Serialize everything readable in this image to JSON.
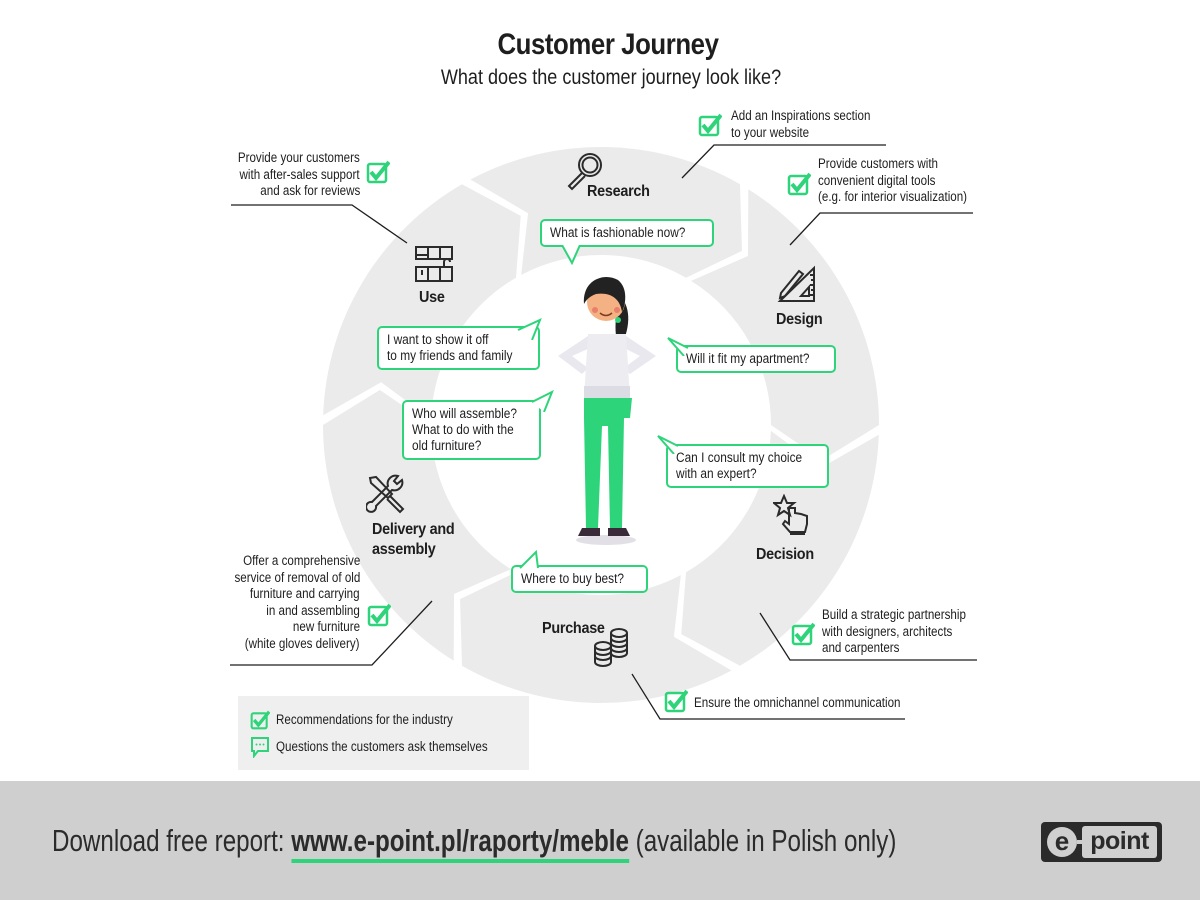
{
  "header": {
    "title": "Customer Journey",
    "subtitle": "What does the customer journey look like?"
  },
  "colors": {
    "accent_green": "#2ed47a",
    "ring_gray": "#ebebeb",
    "footer_bg": "#cfcfcf",
    "text_dark": "#1e1e1e",
    "legend_bg": "#efefef"
  },
  "stages": [
    {
      "id": "research",
      "label": "Research",
      "icon": "magnifier-icon"
    },
    {
      "id": "design",
      "label": "Design",
      "icon": "pencil-ruler-icon"
    },
    {
      "id": "decision",
      "label": "Decision",
      "icon": "star-hand-click-icon"
    },
    {
      "id": "purchase",
      "label": "Purchase",
      "icon": "coins-icon"
    },
    {
      "id": "delivery",
      "label_lines": [
        "Delivery and",
        "assembly"
      ],
      "icon": "tools-icon"
    },
    {
      "id": "use",
      "label": "Use",
      "icon": "kitchen-cabinets-icon"
    }
  ],
  "questions": {
    "research": [
      "What is fashionable now?"
    ],
    "design": [
      "Will it fit my apartment?"
    ],
    "decision": [
      "Can I consult my choice",
      "with an expert?"
    ],
    "purchase": [
      "Where to buy best?"
    ],
    "delivery": [
      "Who will assemble?",
      "What to do with the",
      "old furniture?"
    ],
    "use": [
      "I want to show it off",
      "to my friends and family"
    ]
  },
  "recommendations": {
    "research": [
      "Add an Inspirations section",
      "to your website"
    ],
    "design": [
      "Provide customers with",
      "convenient digital tools",
      "(e.g. for interior visualization)"
    ],
    "decision": [
      "Build a strategic partnership",
      "with designers, architects",
      "and carpenters"
    ],
    "purchase": [
      "Ensure the omnichannel communication"
    ],
    "delivery": [
      "Offer a comprehensive",
      "service of removal of old",
      "furniture and carrying",
      "in and assembling",
      "new furniture",
      "(white gloves delivery)"
    ],
    "use": [
      "Provide your customers",
      "with after-sales support",
      "and ask for reviews"
    ]
  },
  "legend": {
    "items": [
      {
        "icon": "checkbox-icon",
        "label": "Recommendations for the industry"
      },
      {
        "icon": "speech-bubble-icon",
        "label": "Questions the customers ask themselves"
      }
    ]
  },
  "footer": {
    "prefix": "Download free report:",
    "link": "www.e-point.pl/raporty/meble",
    "suffix": "(available in Polish only)",
    "logo_e": "e",
    "logo_word": "point"
  }
}
